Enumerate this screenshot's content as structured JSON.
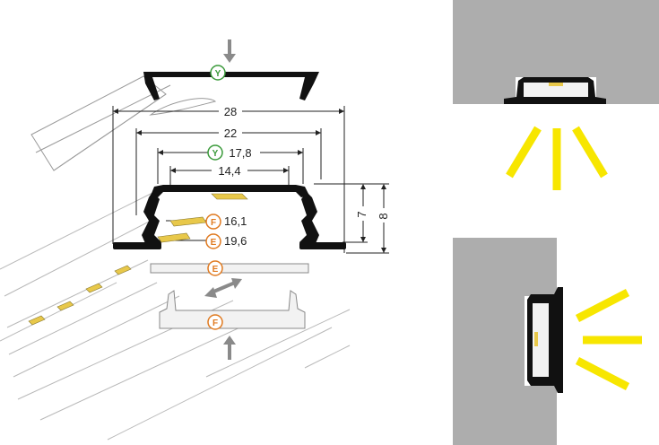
{
  "dimensions": {
    "width_outer": "28",
    "width_mid": "22",
    "width_inner_y": "17,8",
    "width_inner": "14,4",
    "f_width": "16,1",
    "e_width": "19,6",
    "height_7": "7",
    "height_8": "8"
  },
  "badges": {
    "y": "Y",
    "f": "F",
    "e": "E"
  },
  "colors": {
    "profile": "#111111",
    "cover": "#f2f2f2",
    "led_strip": "#e8c84a",
    "light_ray": "#f7e600",
    "wall": "#adadad",
    "arrow": "#8a8a8a",
    "badge_y": "#3a9a3a",
    "badge_ef": "#e07a20"
  }
}
